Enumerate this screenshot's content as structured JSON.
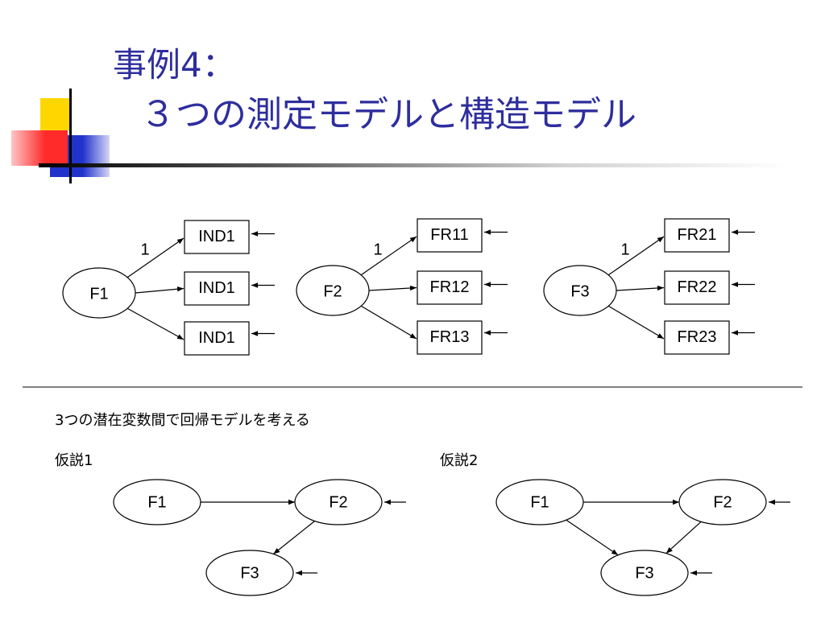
{
  "title": {
    "line1": "事例4：",
    "line2": "３つの測定モデルと構造モデル"
  },
  "colors": {
    "title": "#2e2e9e",
    "deco_yellow": "#ffd700",
    "deco_blue": "#2233cc",
    "deco_red": "#ff2a2a"
  },
  "measurement_models": [
    {
      "factor": "F1",
      "path_label": "1",
      "indicators": [
        "IND1",
        "IND1",
        "IND1"
      ]
    },
    {
      "factor": "F2",
      "path_label": "1",
      "indicators": [
        "FR11",
        "FR12",
        "FR13"
      ]
    },
    {
      "factor": "F3",
      "path_label": "1",
      "indicators": [
        "FR21",
        "FR22",
        "FR23"
      ]
    }
  ],
  "description": "3つの潜在変数間で回帰モデルを考える",
  "hypotheses": [
    {
      "label": "仮説1",
      "nodes": [
        "F1",
        "F2",
        "F3"
      ],
      "edges": [
        [
          "F1",
          "F2"
        ],
        [
          "F2",
          "F3"
        ]
      ]
    },
    {
      "label": "仮説2",
      "nodes": [
        "F1",
        "F2",
        "F3"
      ],
      "edges": [
        [
          "F1",
          "F2"
        ],
        [
          "F1",
          "F3"
        ],
        [
          "F2",
          "F3"
        ]
      ]
    }
  ]
}
